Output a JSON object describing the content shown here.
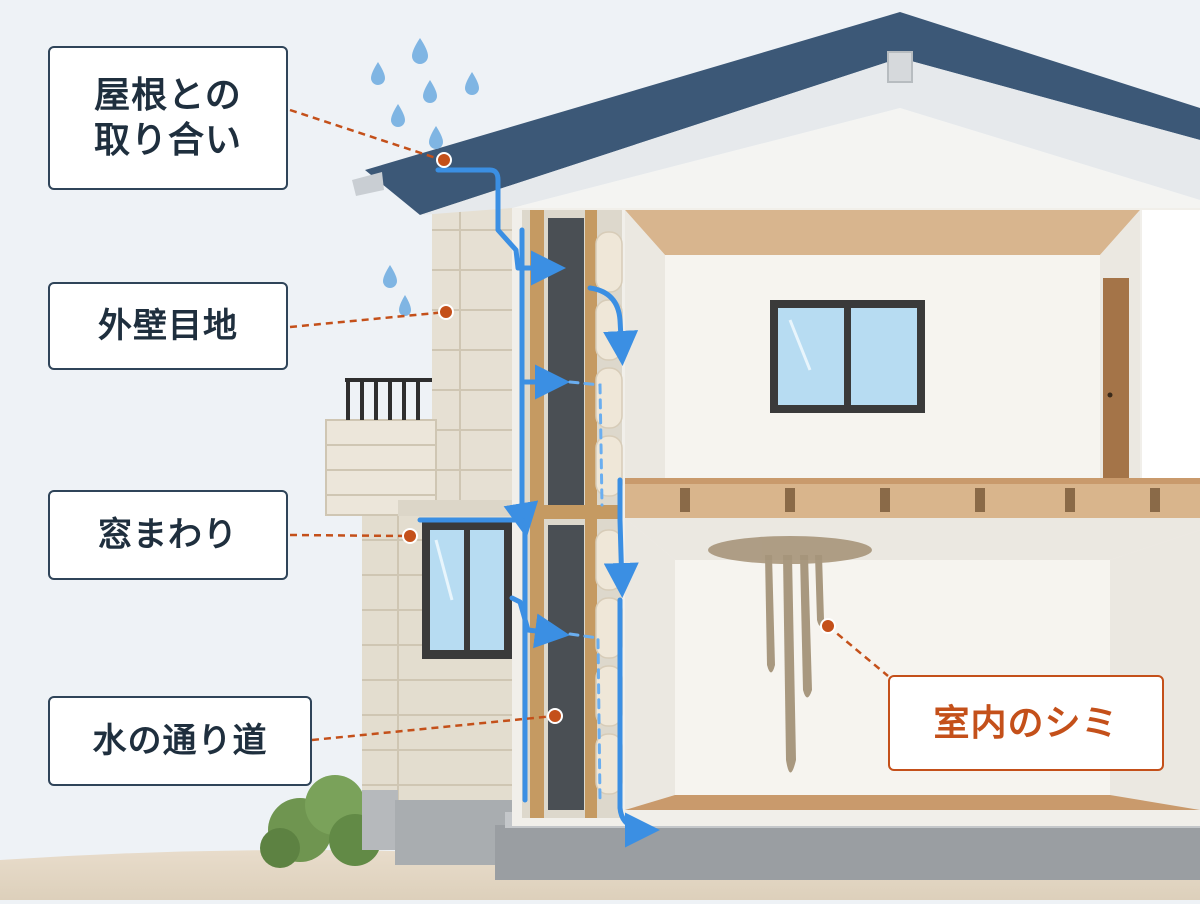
{
  "labels": {
    "roof_line1": "屋根との",
    "roof_line2": "取り合い",
    "wall": "外壁目地",
    "window": "窓まわり",
    "water_path": "水の通り道",
    "stain": "室内のシミ"
  },
  "colors": {
    "sky": "#eef2f6",
    "roof": "#3c5877",
    "siding": "#e8e2d6",
    "interior_wall": "#f3f1ec",
    "floor_wood": "#c99a6c",
    "water": "#3b8fe3",
    "leader": "#c4501a",
    "callout_border": "#2f4459",
    "stain": "#8f7a5a"
  },
  "icons": [
    "raindrop-icon",
    "water-flow-arrow",
    "leader-dot"
  ]
}
